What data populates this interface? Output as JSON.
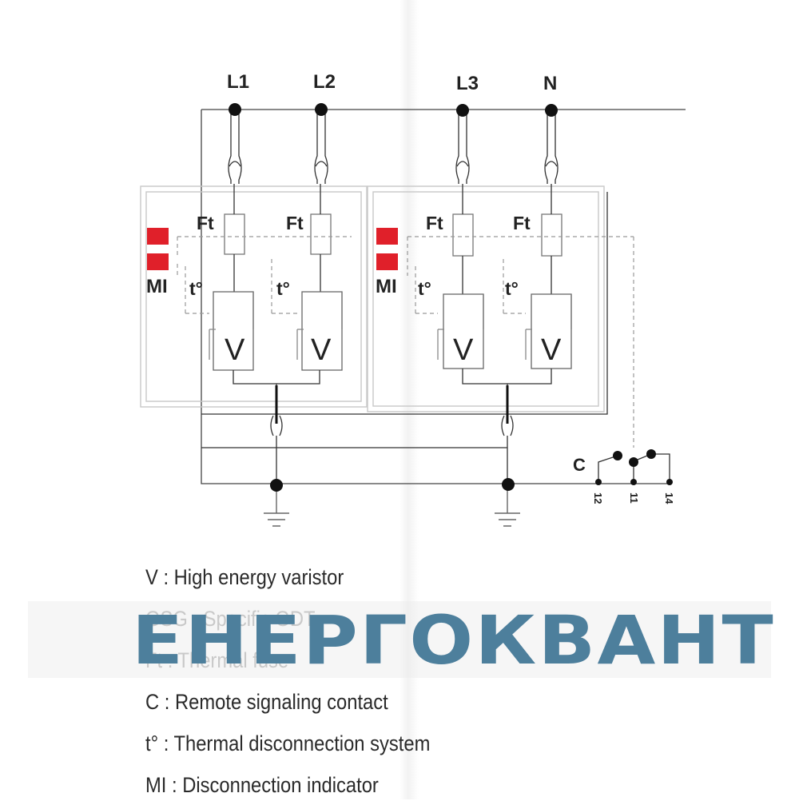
{
  "terminals": {
    "l1": "L1",
    "l2": "L2",
    "l3": "L3",
    "n": "N"
  },
  "module_labels": {
    "thermal_fuse": "Ft",
    "thermal_system": "t°",
    "varistor": "V",
    "indicator": "MI"
  },
  "contact": {
    "label": "C",
    "pins": [
      "12",
      "11",
      "14"
    ]
  },
  "legend": [
    "V : High energy varistor",
    "GSG : Specific GDT",
    "Ft : Thermal fuse",
    "C : Remote signaling contact",
    "t° : Thermal disconnection system",
    "MI : Disconnection indicator"
  ],
  "watermark": "ЕНЕРГОКВАНТ",
  "colors": {
    "indicator": "#e0202a",
    "watermark": "#4d7f9c",
    "line": "#1a1a1a",
    "frame": "#c8c8c8"
  }
}
